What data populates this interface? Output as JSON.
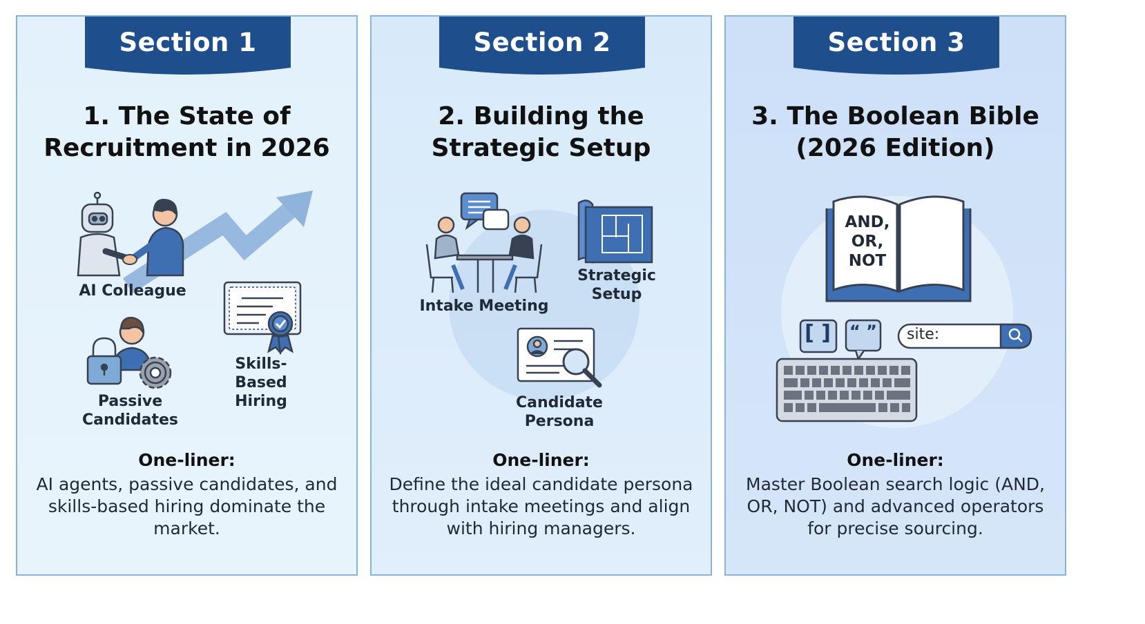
{
  "sections": [
    {
      "banner": "Section 1",
      "title": "1. The State of Recruitment in 2026",
      "labels": {
        "ai_colleague": "AI Colleague",
        "skills_based_hiring": "Skills-Based Hiring",
        "passive_candidates": "Passive Candidates"
      },
      "oneliner_heading": "One-liner:",
      "oneliner_text": "AI agents, passive candidates, and skills-based hiring dominate the market."
    },
    {
      "banner": "Section 2",
      "title": "2. Building the Strategic Setup",
      "labels": {
        "intake_meeting": "Intake Meeting",
        "strategic_setup": "Strategic Setup",
        "candidate_persona": "Candidate Persona"
      },
      "oneliner_heading": "One-liner:",
      "oneliner_text": "Define the ideal candidate persona through intake meetings and align with hiring managers."
    },
    {
      "banner": "Section 3",
      "title": "3. The Boolean Bible (2026 Edition)",
      "labels": {
        "book_operators": "AND, OR, NOT",
        "brackets": "[ ]",
        "quotes": "“ ”",
        "search_text": "site:"
      },
      "oneliner_heading": "One-liner:",
      "oneliner_text": "Master Boolean search logic (AND, OR, NOT) and advanced operators for precise sourcing."
    }
  ],
  "colors": {
    "banner": "#1f4e8c",
    "accent_light": "#7fa9d6",
    "card_border": "#86b2db",
    "outline": "#374151"
  },
  "icons": [
    "robot-icon",
    "handshake-icon",
    "person-icon",
    "growth-arrow-icon",
    "certificate-icon",
    "padlock-icon",
    "gear-icon",
    "chat-bubble-icon",
    "meeting-table-icon",
    "blueprint-icon",
    "profile-card-icon",
    "magnifier-icon",
    "open-book-icon",
    "keyboard-icon",
    "search-icon"
  ]
}
